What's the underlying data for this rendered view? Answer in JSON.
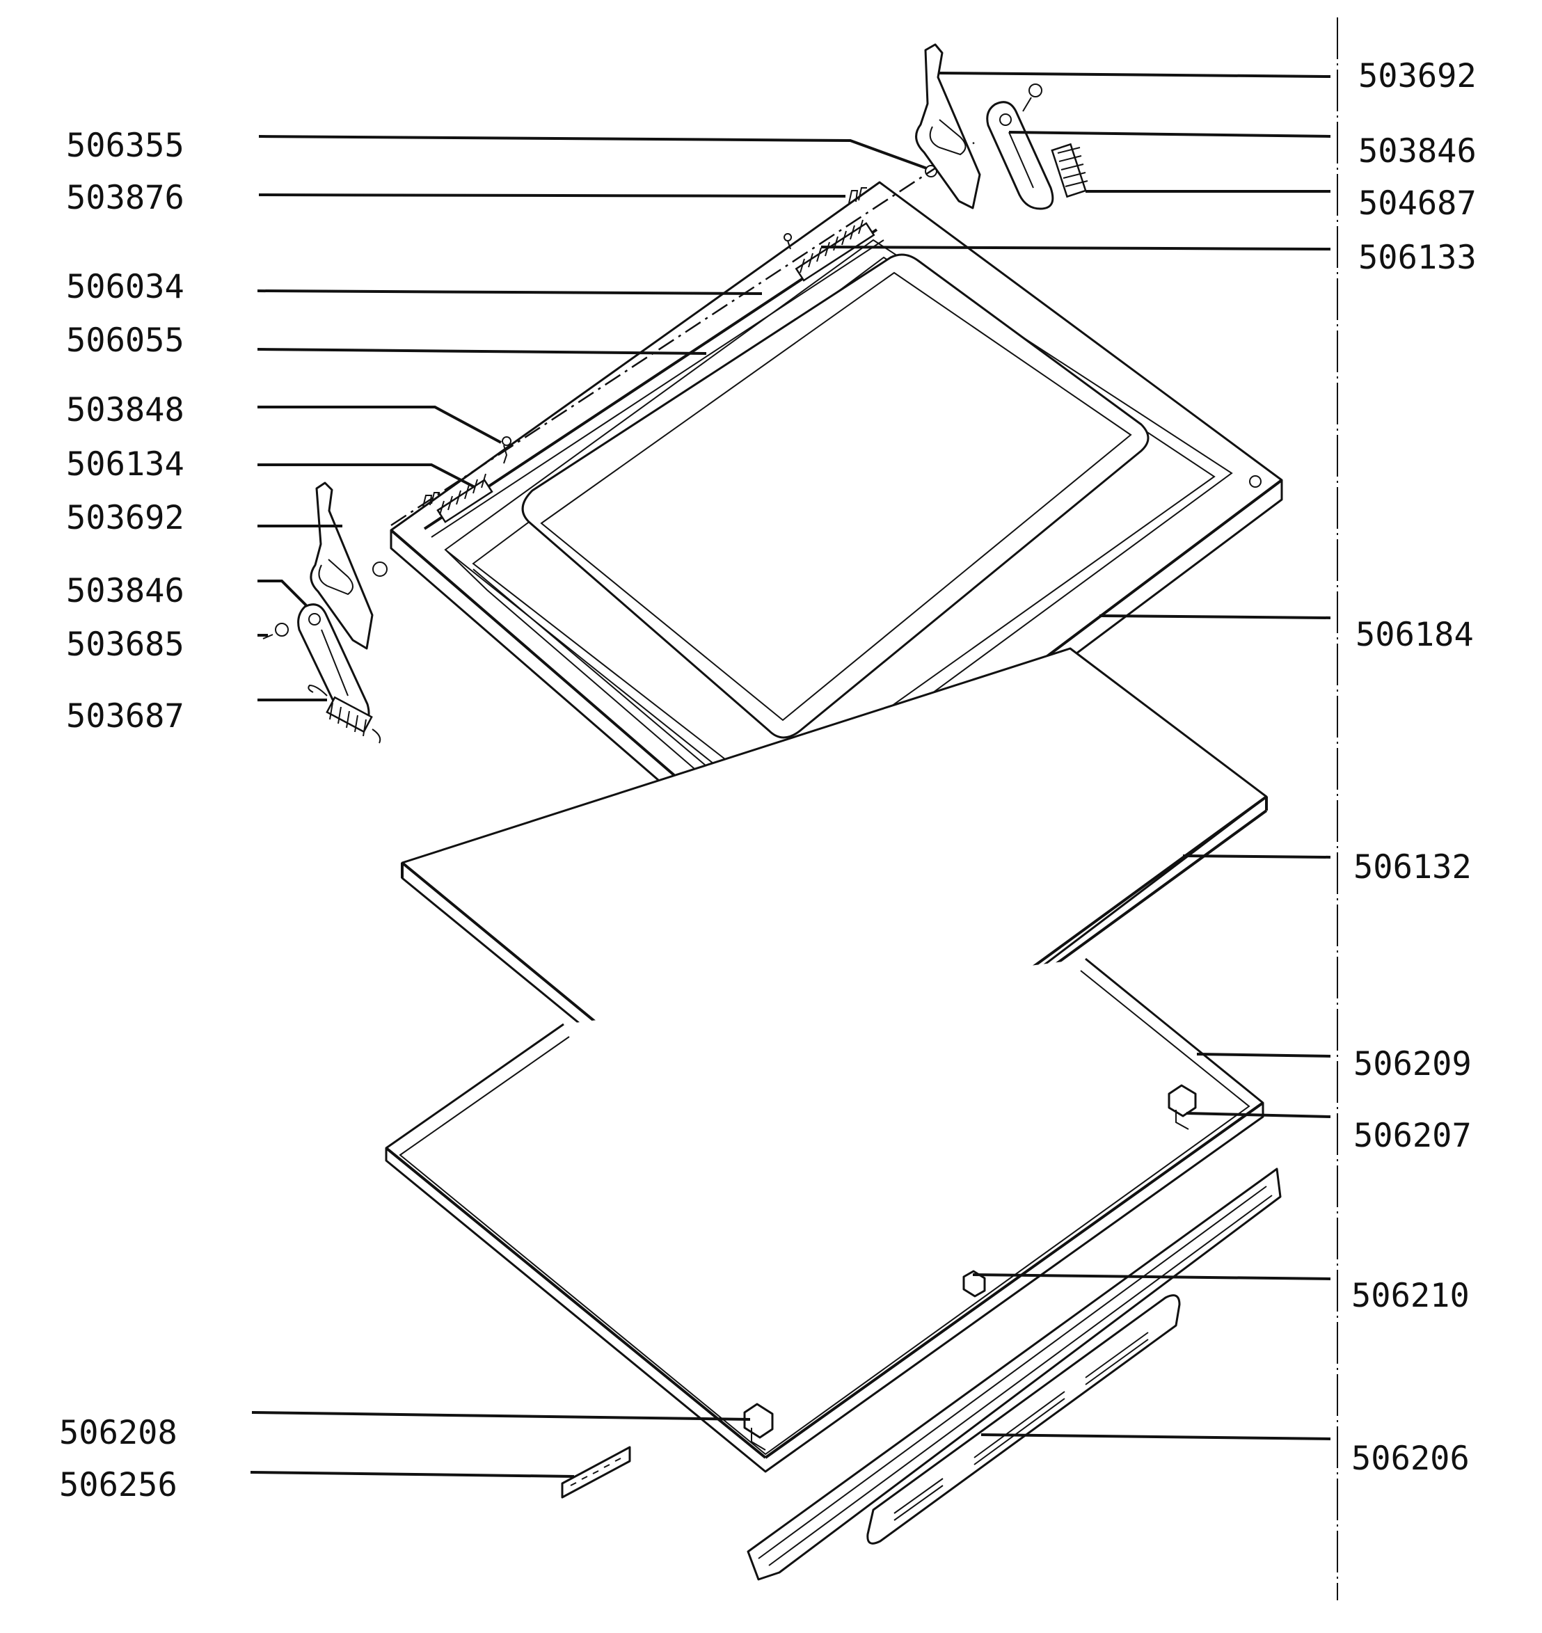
{
  "diagram": {
    "part_labels_left": [
      {
        "id": "506355",
        "text": "506355"
      },
      {
        "id": "503876",
        "text": "503876"
      },
      {
        "id": "506034",
        "text": "506034"
      },
      {
        "id": "506055",
        "text": "506055"
      },
      {
        "id": "503848",
        "text": "503848"
      },
      {
        "id": "506134",
        "text": "506134"
      },
      {
        "id": "503692-left",
        "text": "503692"
      },
      {
        "id": "503846-left",
        "text": "503846"
      },
      {
        "id": "503685",
        "text": "503685"
      },
      {
        "id": "503687",
        "text": "503687"
      },
      {
        "id": "506208",
        "text": "506208"
      },
      {
        "id": "506256",
        "text": "506256"
      }
    ],
    "part_labels_right": [
      {
        "id": "503692-right",
        "text": "503692"
      },
      {
        "id": "503846-right",
        "text": "503846"
      },
      {
        "id": "504687",
        "text": "504687"
      },
      {
        "id": "506133",
        "text": "506133"
      },
      {
        "id": "506184",
        "text": "506184"
      },
      {
        "id": "506132",
        "text": "506132"
      },
      {
        "id": "506209",
        "text": "506209"
      },
      {
        "id": "506207",
        "text": "506207"
      },
      {
        "id": "506210",
        "text": "506210"
      },
      {
        "id": "506206",
        "text": "506206"
      }
    ]
  }
}
